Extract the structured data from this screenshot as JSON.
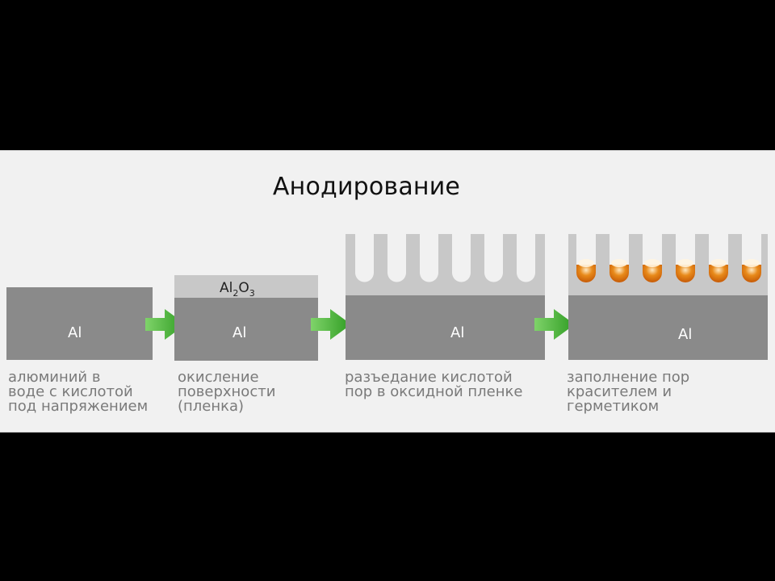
{
  "title": "Анодирование",
  "colors": {
    "aluminum": "#8a8a8a",
    "oxide": "#c8c8c8",
    "arrow": "#45b52f",
    "dye": "#d9730e",
    "caption": "#7a7a7a"
  },
  "stages": [
    {
      "label": "Al",
      "caption": [
        "алюминий в",
        "воде с кислотой",
        "под напряжением"
      ]
    },
    {
      "label": "Al",
      "oxide_label": "Al",
      "oxide_sub1": "2",
      "oxide_mid": "O",
      "oxide_sub2": "3",
      "caption": [
        "окисление",
        "поверхности",
        "(пленка)"
      ]
    },
    {
      "label": "Al",
      "caption": [
        "разъедание кислотой",
        "пор в оксидной пленке"
      ]
    },
    {
      "label": "Al",
      "caption": [
        "заполнение пор",
        "красителем и",
        "герметиком"
      ]
    }
  ]
}
